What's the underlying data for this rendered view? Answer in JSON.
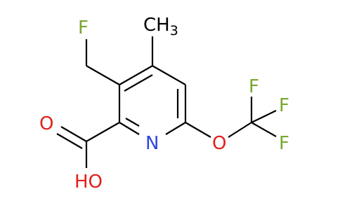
{
  "molecule": {
    "atoms": [
      {
        "id": "F_ch2",
        "text": "F",
        "color": "#77a72e"
      },
      {
        "id": "CH3",
        "text": "CH",
        "sub": "3",
        "color": "#000000"
      },
      {
        "id": "N",
        "text": "N",
        "color": "#2d45e0"
      },
      {
        "id": "O_ether",
        "text": "O",
        "color": "#e0201c"
      },
      {
        "id": "F1",
        "text": "F",
        "color": "#77a72e"
      },
      {
        "id": "F2",
        "text": "F",
        "color": "#77a72e"
      },
      {
        "id": "F3",
        "text": "F",
        "color": "#77a72e"
      },
      {
        "id": "O_carbonyl",
        "text": "O",
        "color": "#e0201c"
      },
      {
        "id": "OH",
        "text": "HO",
        "color": "#e0201c"
      }
    ]
  }
}
